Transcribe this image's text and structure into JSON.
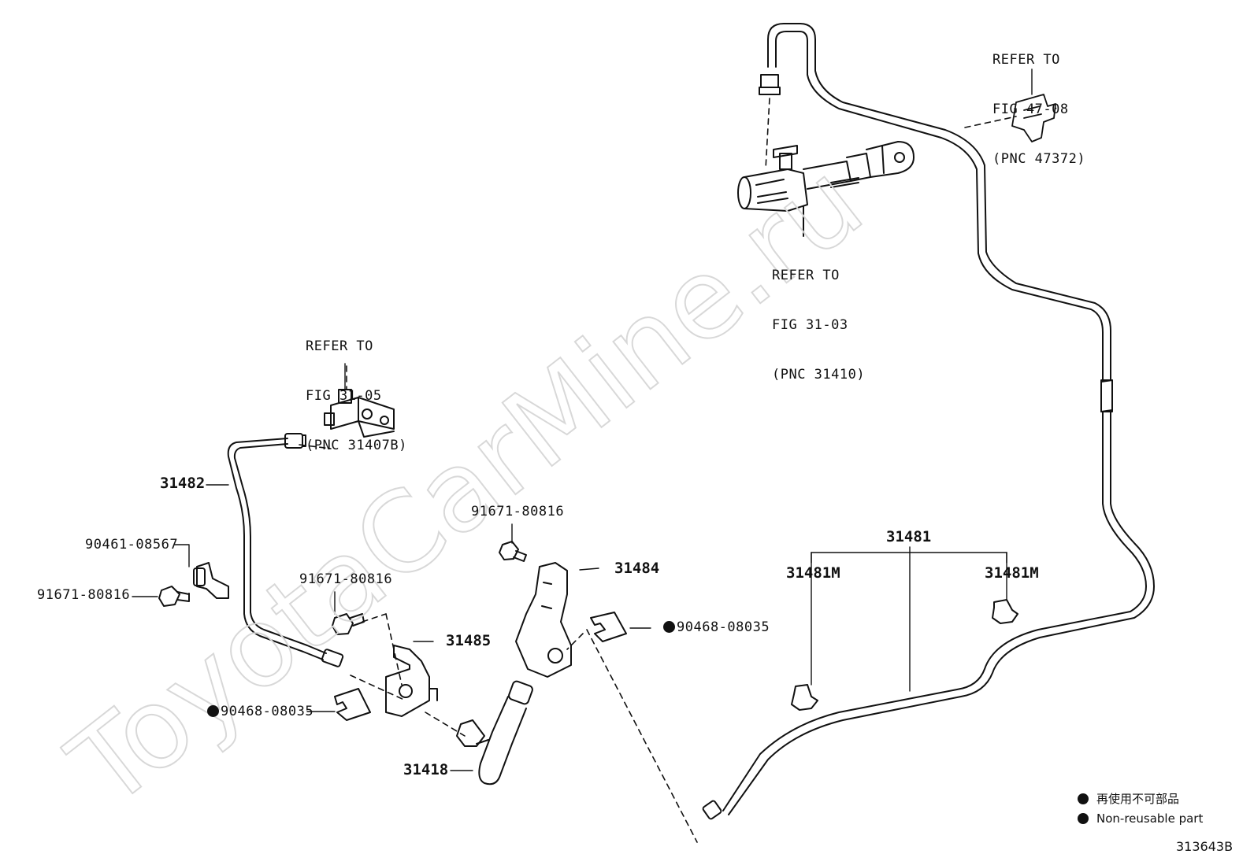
{
  "refs": {
    "top_right": [
      "REFER TO",
      "FIG 47-08",
      "(PNC 47372)"
    ],
    "master_cyl": [
      "REFER TO",
      "FIG 31-03",
      "(PNC 31410)"
    ],
    "left_top": [
      "REFER TO",
      "FIG 31-05",
      "(PNC 31407B)"
    ]
  },
  "parts": {
    "p31482": "31482",
    "p90461": "90461-08567",
    "p91671_left": "91671-80816",
    "p91671_mid": "91671-80816",
    "p91671_top": "91671-80816",
    "p31484": "31484",
    "p31485": "31485",
    "p90468_right": "90468-08035",
    "p90468_left": "90468-08035",
    "p31418": "31418",
    "p31481": "31481",
    "p31481m_left": "31481M",
    "p31481m_right": "31481M"
  },
  "legend": {
    "jp": "再使用不可部品",
    "en": "Non-reusable part"
  },
  "figure_code": "313643B",
  "watermark": "ToyotaCarMine.ru"
}
